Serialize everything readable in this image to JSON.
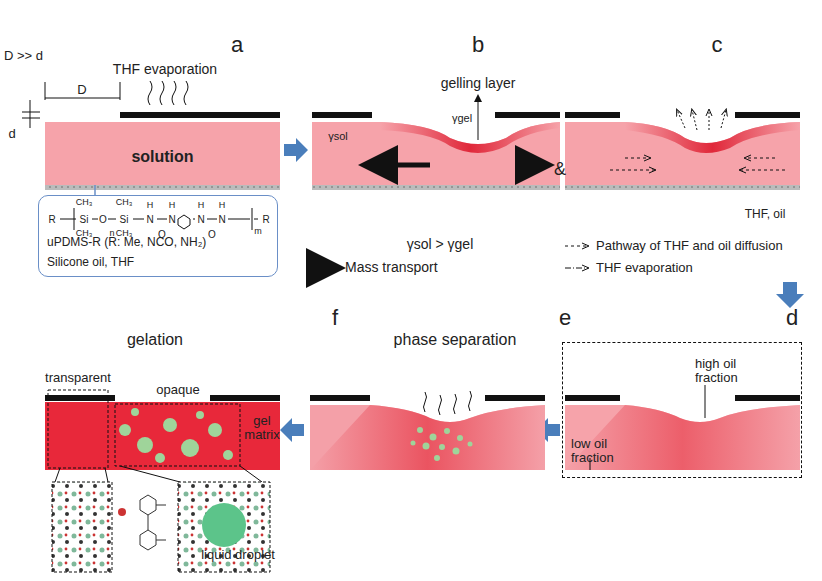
{
  "diagram": {
    "nodes": [
      {
        "text": [
          "solution"
        ]
      },
      {
        "text": [
          "uPDMS-R (R: Me, NCO, NH₂)",
          "Silicone oil, THF"
        ]
      },
      {
        "text": [
          "high oil fraction",
          "low oil fraction"
        ]
      }
    ],
    "edges": [
      {
        "from": 0,
        "to": 1,
        "arrow": "none"
      }
    ],
    "labels": [
      "a",
      "b",
      "c",
      "d",
      "e",
      "f",
      "D >> d",
      "D",
      "d",
      "THF evaporation",
      "gelling layer",
      "γsol",
      "γgel",
      "γsol > γgel",
      "Mass transport",
      "&",
      "Pathway of THF and oil diffusion",
      "THF evaporation",
      "phase separation",
      "gelation",
      "transparent",
      "opaque",
      "gel matrix",
      "liquid droplet",
      "THF, oil",
      "R",
      "CH₃",
      "Si",
      "CH₃",
      "O",
      "n",
      "CH₃",
      "Si",
      "CH₃",
      "H",
      "N",
      "O",
      "H",
      "N",
      "H",
      "N",
      "O",
      "H",
      "N",
      "m",
      "R"
    ]
  }
}
